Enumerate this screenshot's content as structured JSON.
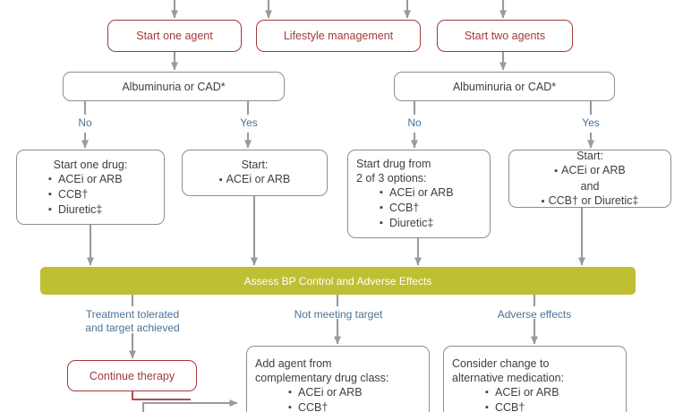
{
  "figure": {
    "type": "clinical-treatment-flowchart",
    "colors": {
      "red_node_border": "#a33a3a",
      "red_node_text": "#a33a3a",
      "gray_node_border": "#8a8f94",
      "gray_node_text": "#3c4043",
      "green_banner_bg": "#bfbf33",
      "green_banner_text": "#ffffff",
      "edge_label_text": "#4a7296",
      "connector": "#9a9a9a"
    }
  },
  "top_nodes": [
    {
      "label": "Start one agent"
    },
    {
      "label": "Lifestyle management"
    },
    {
      "label": "Start two agents"
    }
  ],
  "decision_nodes": [
    {
      "label": "Albuminuria or CAD*"
    },
    {
      "label": "Albuminuria or CAD*"
    }
  ],
  "decision_branch_labels": {
    "no": "No",
    "yes": "Yes"
  },
  "treatment_nodes": [
    {
      "title": "Start one drug:",
      "bullets": [
        "ACEi or ARB",
        "CCB†",
        "Diuretic‡"
      ]
    },
    {
      "title": "Start:",
      "bullets": [
        "ACEi or ARB"
      ]
    },
    {
      "title_lines": [
        "Start drug from",
        "2 of 3 options:"
      ],
      "bullets": [
        "ACEi or ARB",
        "CCB†",
        "Diuretic‡"
      ]
    },
    {
      "title": "Start:",
      "bullets": [
        "ACEi or ARB"
      ],
      "conjunction": "and",
      "bullets2": [
        "CCB† or Diuretic‡"
      ]
    }
  ],
  "assess_banner": {
    "label": "Assess BP Control and Adverse Effects"
  },
  "outcome_labels": [
    {
      "lines": [
        "Treatment tolerated",
        "and target achieved"
      ]
    },
    {
      "lines": [
        "Not meeting target"
      ]
    },
    {
      "lines": [
        "Adverse effects"
      ]
    }
  ],
  "outcome_nodes": [
    {
      "label": "Continue therapy"
    },
    {
      "title_lines": [
        "Add agent from",
        "complementary drug class:"
      ],
      "bullets": [
        "ACEi or ARB",
        "CCB†"
      ]
    },
    {
      "title_lines": [
        "Consider change to",
        "alternative medication:"
      ],
      "bullets": [
        "ACEi or ARB",
        "CCB†"
      ]
    }
  ]
}
